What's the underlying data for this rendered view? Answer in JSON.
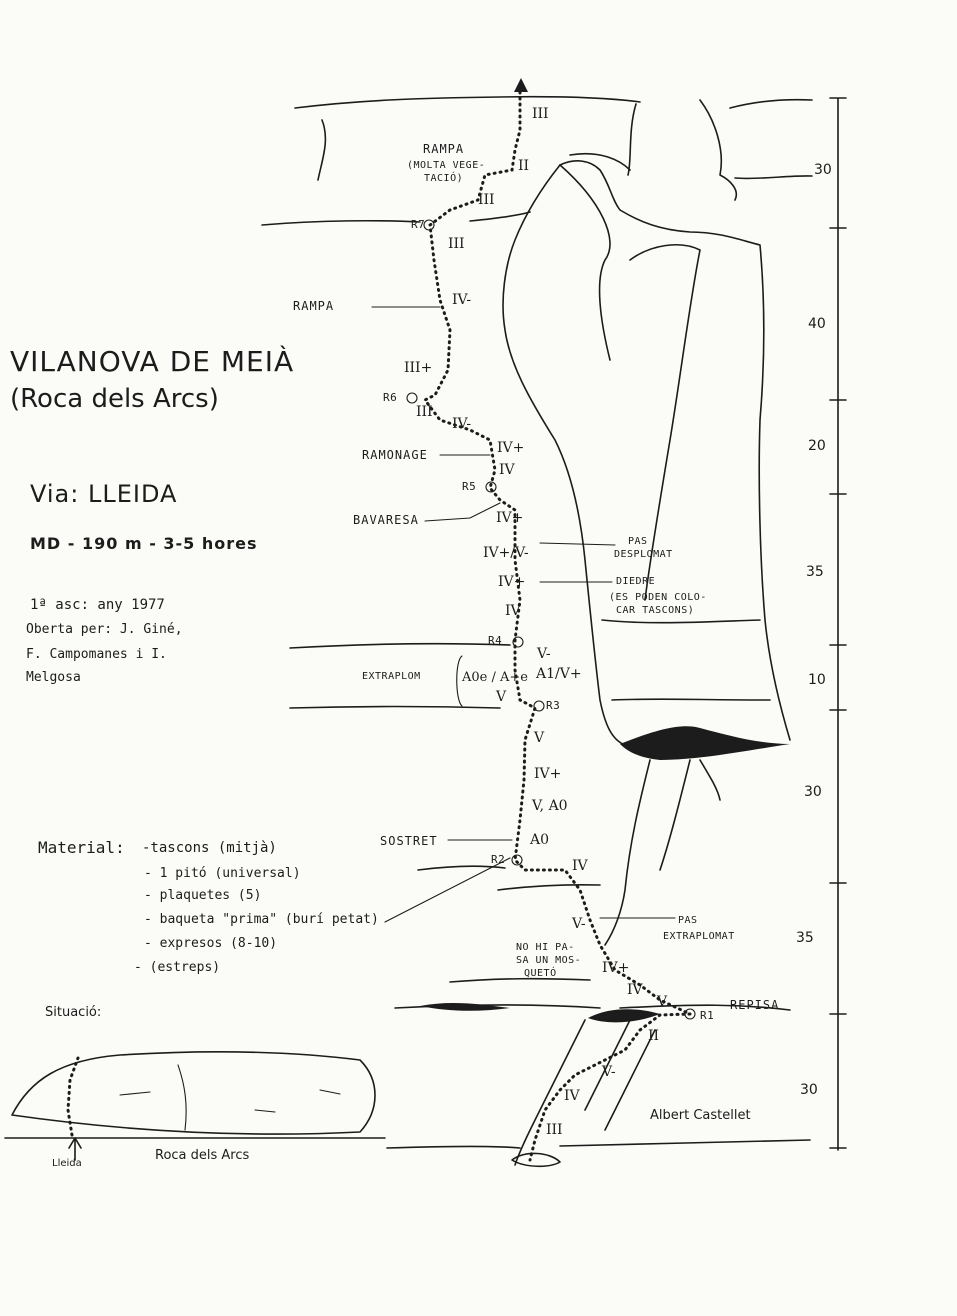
{
  "header": {
    "title_line1": "VILANOVA DE MEIÀ",
    "title_line2": "(Roca dels Arcs)",
    "route": "Via: LLEIDA",
    "grade_info": "MD - 190 m - 3-5 hores"
  },
  "ascent": {
    "line1": "1ª asc: any 1977",
    "line2": "Oberta per: J. Giné,",
    "line3": "F. Campomanes i I.",
    "line4": "Melgosa"
  },
  "material": {
    "label": "Material:",
    "items": [
      "-tascons (mitjà)",
      "- 1 pitó (universal)",
      "- plaquetes (5)",
      "- baqueta \"prima\" (burí petat)",
      "- expresos (8-10)",
      "- (estreps)"
    ]
  },
  "situacio": {
    "label": "Situació:",
    "arrow_label": "Lleida",
    "rock_label": "Roca dels Arcs"
  },
  "author": "Albert Castellet",
  "annotations": {
    "rampa_top": "RAMPA",
    "molta_1": "(MOLTA VEGE-",
    "molta_2": "TACIÓ)",
    "rampa_mid": "RAMPA",
    "ramonage": "RAMONAGE",
    "bavaresa": "BAVARESA",
    "pas_desplomat_1": "PAS",
    "pas_desplomat_2": "DESPLOMAT",
    "diedre": "DIEDRE",
    "diedre_note_1": "(ES PODEN COLO-",
    "diedre_note_2": "CAR TASCONS)",
    "extraplom": "EXTRAPLOM",
    "sostret": "SOSTRET",
    "pas_extraplomat_1": "PAS",
    "pas_extraplomat_2": "EXTRAPLOMAT",
    "no_hi_pasa_1": "NO HI PA-",
    "no_hi_pasa_2": "SA UN MOS-",
    "no_hi_pasa_3": "QUETÓ",
    "repisa": "REPISA"
  },
  "belays": {
    "r1": "R1",
    "r2": "R2",
    "r3": "R3",
    "r4": "R4",
    "r5": "R5",
    "r6": "R6",
    "r7": "R7"
  },
  "grades": {
    "g_top_iii": "III",
    "g_ii": "II",
    "g_iii_b": "III",
    "g_iii_c": "III",
    "g_iv_minus": "IV-",
    "g_iii_plus": "III+",
    "g_iii_d": "III",
    "g_iv_minus_b": "IV-",
    "g_iv_plus_a": "IV+",
    "g_iv_a": "IV",
    "g_iv_plus_b": "IV+",
    "g_iv_plus_v": "IV+/V-",
    "g_iv_plus_c": "IV+",
    "g_iv_b": "IV",
    "g_v_minus_a": "V-",
    "g_a0e": "A0e / A+e",
    "g_a1": "A1/V+",
    "g_v_a": "V",
    "g_v_b": "V",
    "g_iv_plus_d": "IV+",
    "g_v_a0": "V, A0",
    "g_a0": "A0",
    "g_iv_c": "IV",
    "g_v_minus_b": "V-",
    "g_iv_plus_e": "IV+",
    "g_iv_d": "IV",
    "g_v_c": "V",
    "g_ii_b": "II",
    "g_v_minus_c": "V-",
    "g_iv_e": "IV",
    "g_iii_e": "III"
  },
  "lengths": {
    "p7": "30",
    "p6": "40",
    "p5": "20",
    "p4": "35",
    "p3": "10",
    "p2a": "30",
    "p2b": "35",
    "p1": "30"
  }
}
